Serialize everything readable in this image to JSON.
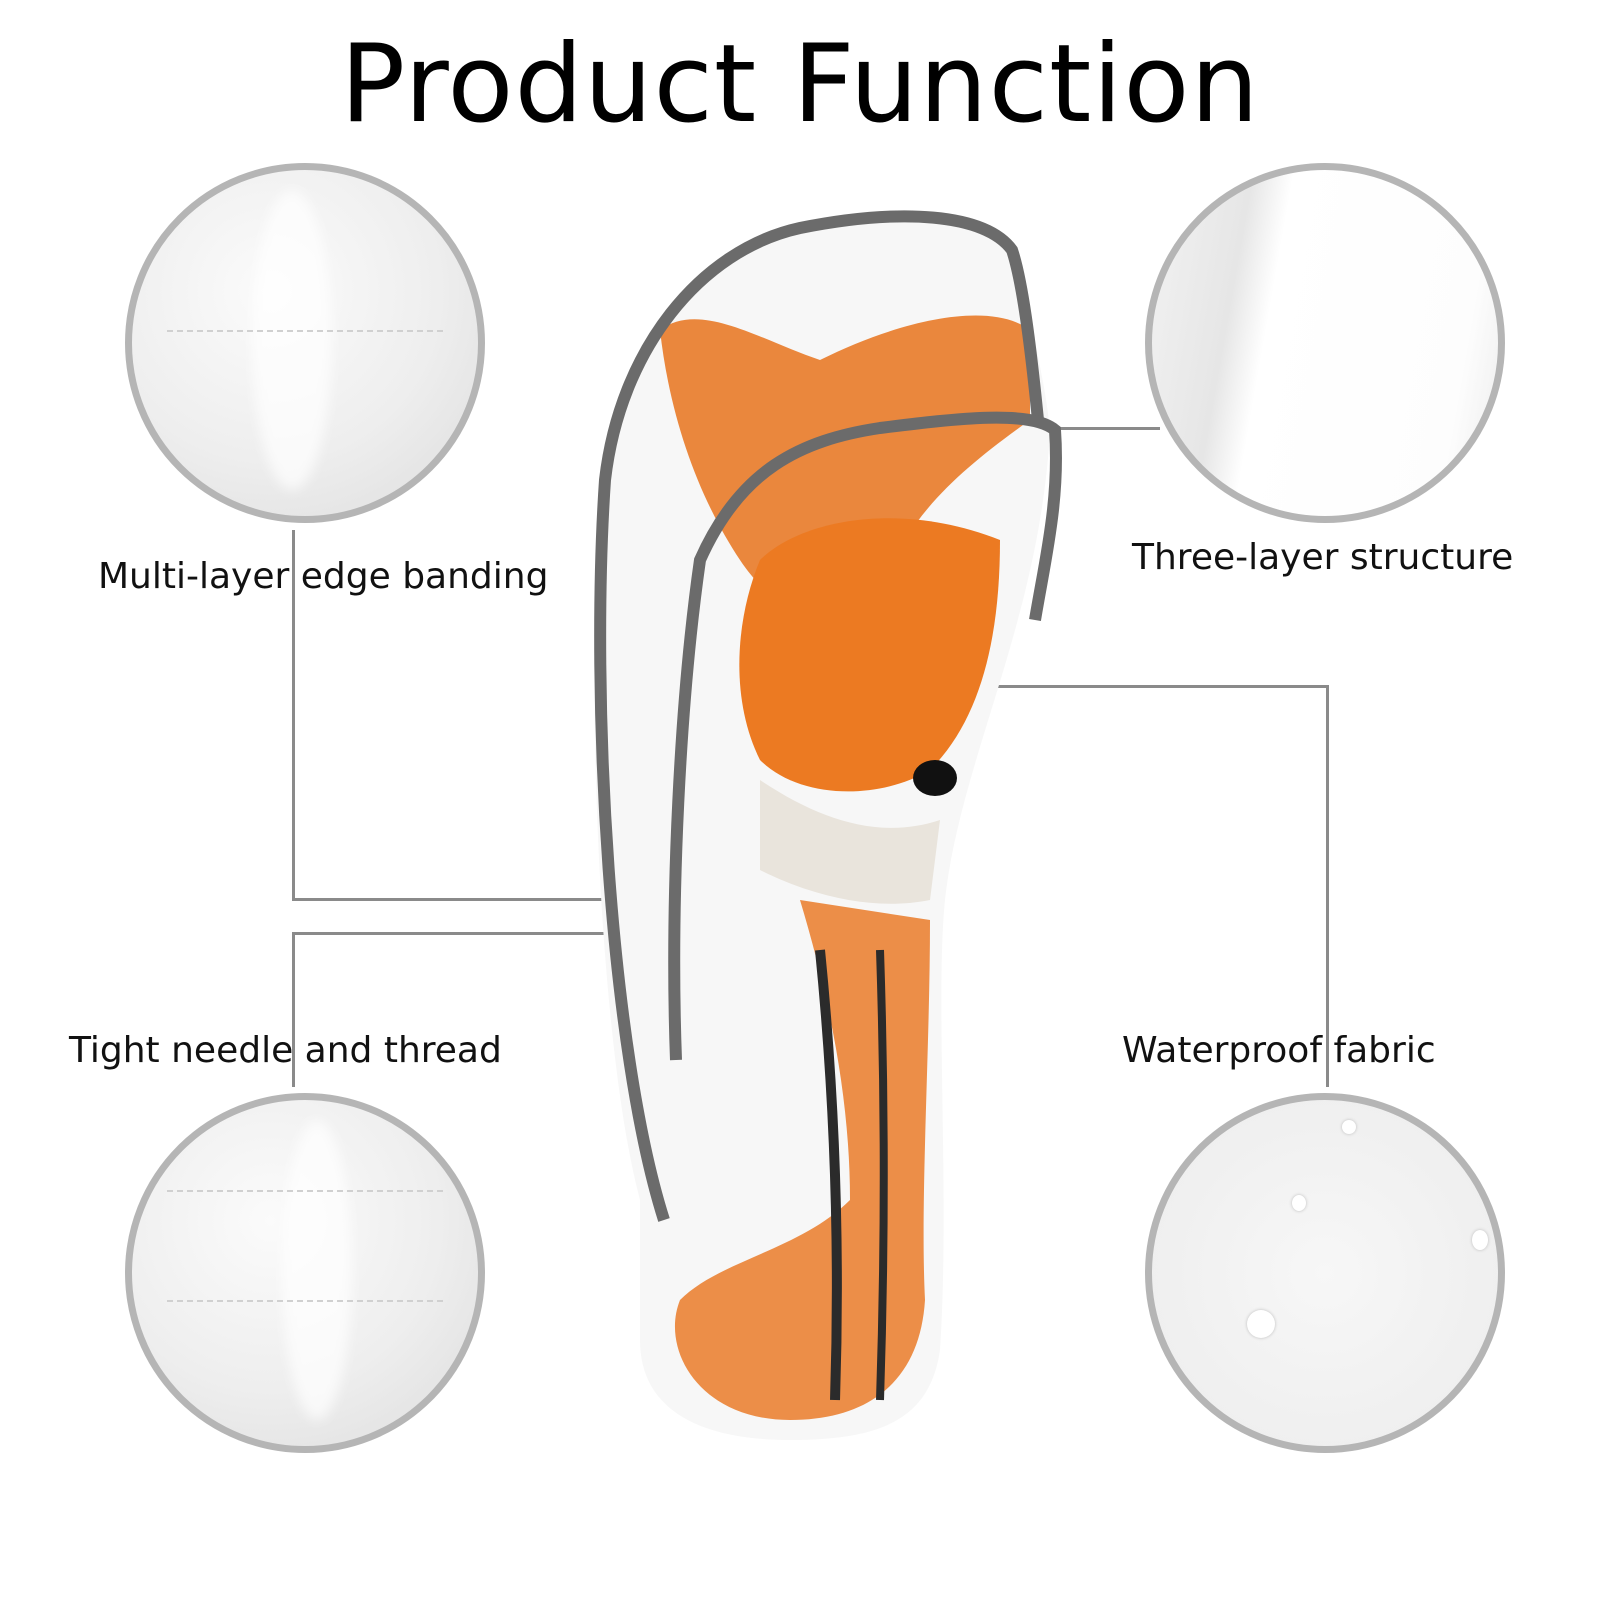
{
  "title": "Product Function",
  "features": [
    {
      "label": "Multi-layer edge banding"
    },
    {
      "label": "Three-layer structure"
    },
    {
      "label": "Tight needle and thread"
    },
    {
      "label": "Waterproof fabric"
    }
  ],
  "colors": {
    "trim": "#6b6b6b",
    "fox_orange": "#e8731c",
    "circle_border": "#b5b5b5",
    "leader_line": "#8a8a8a"
  }
}
